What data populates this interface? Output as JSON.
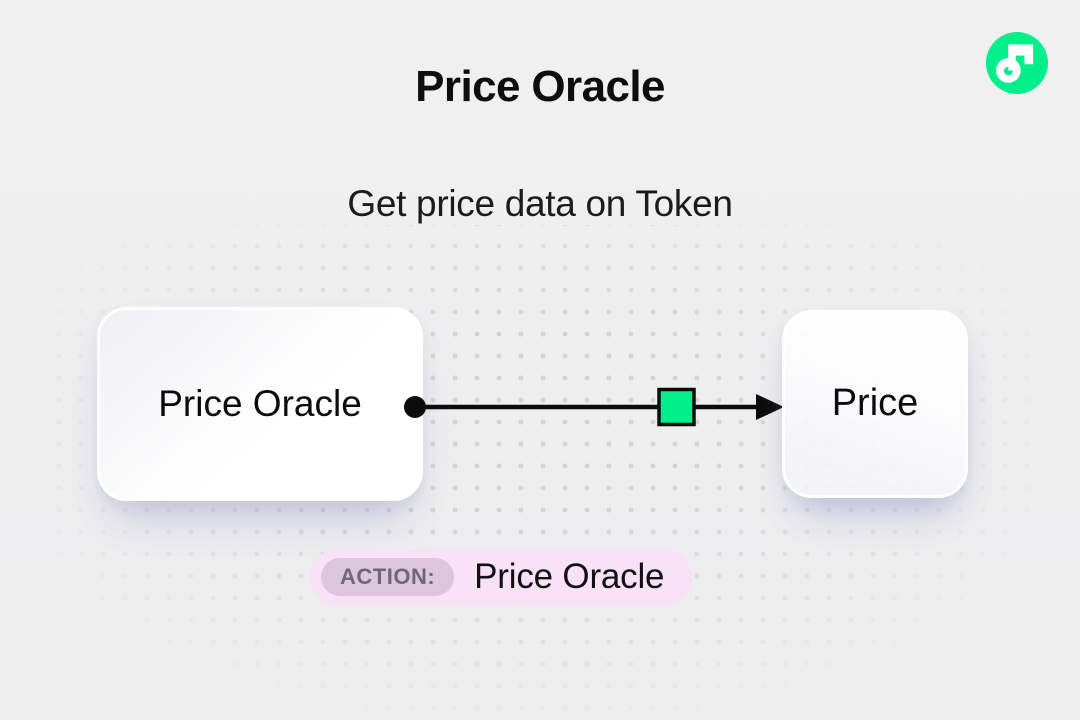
{
  "header": {
    "title": "Price Oracle",
    "subtitle": "Get price data on Token"
  },
  "logo": {
    "name": "flow-logo",
    "circle_color": "#00EF8B",
    "glyph_color": "#FFFFFF"
  },
  "diagram": {
    "source_node": {
      "label": "Price Oracle"
    },
    "target_node": {
      "label": "Price"
    },
    "connector": {
      "start_marker": "dot",
      "mid_marker": "square",
      "end_marker": "arrowhead",
      "line_color": "#0b0b0b",
      "square_color": "#00EF8B",
      "square_border_color": "#0b0b0b"
    }
  },
  "action_badge": {
    "label": "ACTION:",
    "value": "Price Oracle",
    "bg_color": "#F9E1F7",
    "label_bg_color": "#DCC6DA",
    "label_text_color": "#6E6876"
  },
  "background": {
    "base_color": "#EFEFEF",
    "dot_color": "#D4D4D7"
  }
}
